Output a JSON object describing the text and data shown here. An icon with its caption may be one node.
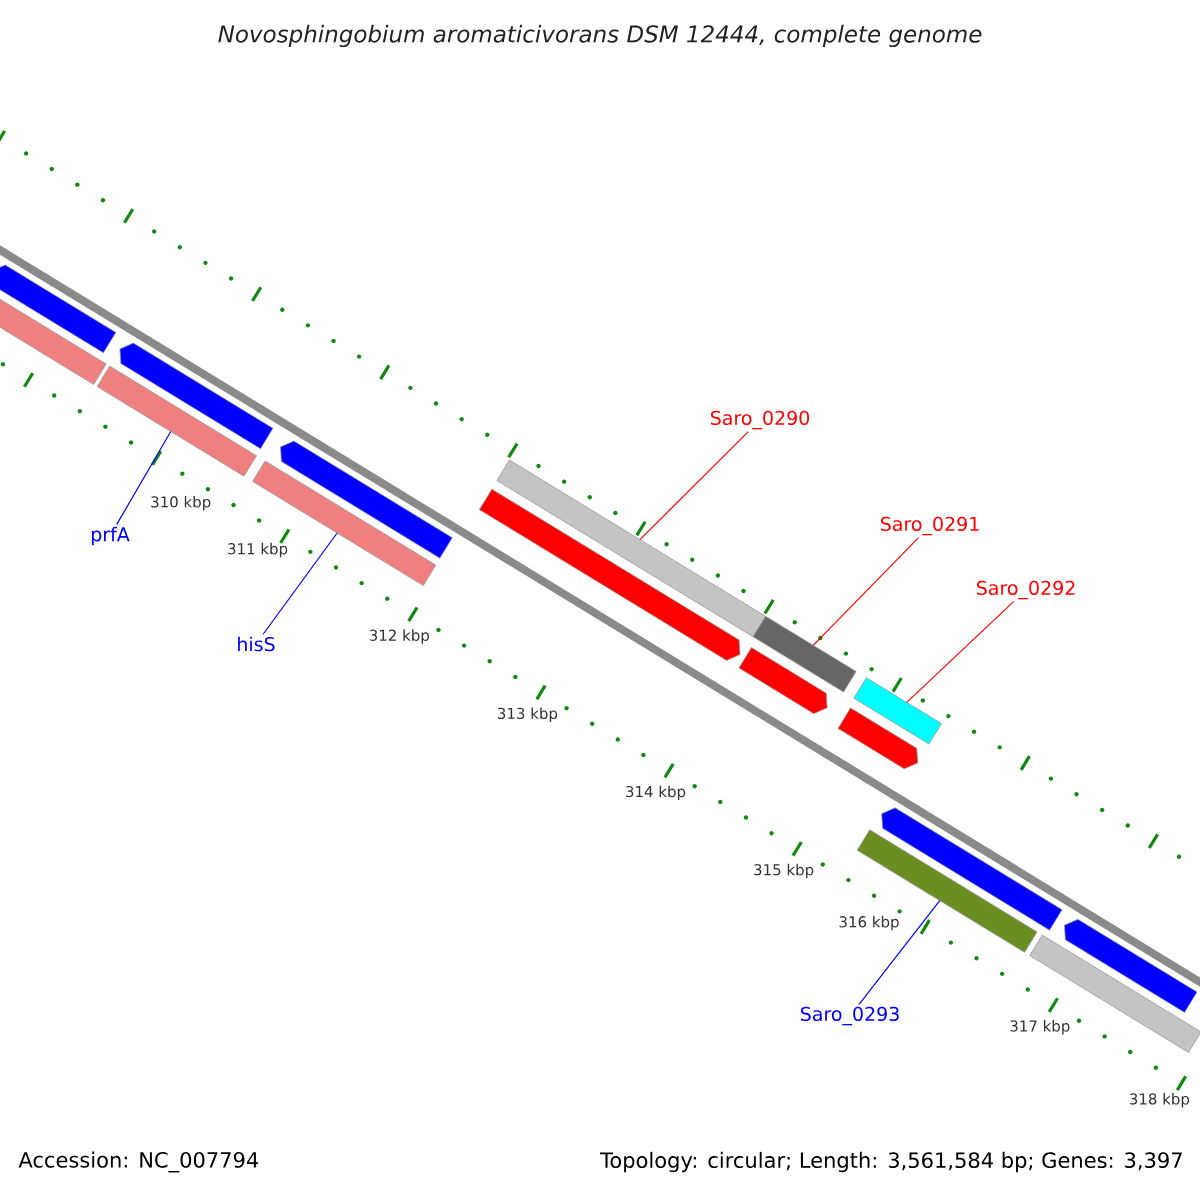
{
  "diagram": {
    "title": "Novosphingobium aromaticivorans DSM 12444, complete genome",
    "nodes": [
      {
        "text": [
          "prfA"
        ]
      },
      {
        "text": [
          "hisS"
        ]
      },
      {
        "text": [
          "Saro_0290"
        ]
      },
      {
        "text": [
          "Saro_0291"
        ]
      },
      {
        "text": [
          "Saro_0292"
        ]
      },
      {
        "text": [
          "Saro_0293"
        ]
      },
      {
        "text": [],
        "shape": "arrow"
      },
      {
        "text": [],
        "shape": "bar"
      },
      {
        "text": [],
        "shape": "arrow"
      },
      {
        "text": [],
        "shape": "bar"
      },
      {
        "text": [],
        "shape": "arrow"
      },
      {
        "text": [],
        "shape": "bar"
      },
      {
        "text": [],
        "shape": "bar"
      },
      {
        "text": [],
        "shape": "arrow"
      },
      {
        "text": [],
        "shape": "bar"
      },
      {
        "text": [],
        "shape": "arrow"
      },
      {
        "text": [],
        "shape": "bar"
      },
      {
        "text": [],
        "shape": "arrow"
      },
      {
        "text": [],
        "shape": "arrow"
      },
      {
        "text": [],
        "shape": "bar"
      },
      {
        "text": [],
        "shape": "arrow"
      },
      {
        "text": [],
        "shape": "bar"
      }
    ],
    "edges": [
      {
        "from": 0,
        "to": 9,
        "arrow": "none",
        "color": "#0000ff"
      },
      {
        "from": 1,
        "to": 11,
        "arrow": "none",
        "color": "#0000ff"
      },
      {
        "from": 2,
        "to": 12,
        "arrow": "none",
        "color": "#ff0000"
      },
      {
        "from": 3,
        "to": 14,
        "arrow": "none",
        "color": "#ff0000"
      },
      {
        "from": 4,
        "to": 16,
        "arrow": "none",
        "color": "#ff0000"
      },
      {
        "from": 5,
        "to": 19,
        "arrow": "none",
        "color": "#0000ff"
      }
    ],
    "labels": [
      "310 kbp",
      "311 kbp",
      "312 kbp",
      "313 kbp",
      "314 kbp",
      "315 kbp",
      "316 kbp",
      "317 kbp",
      "318 kbp",
      "Accession: NC_007794",
      "Topology: circular; Length: 3,561,584 bp; Genes: 3,397"
    ]
  }
}
